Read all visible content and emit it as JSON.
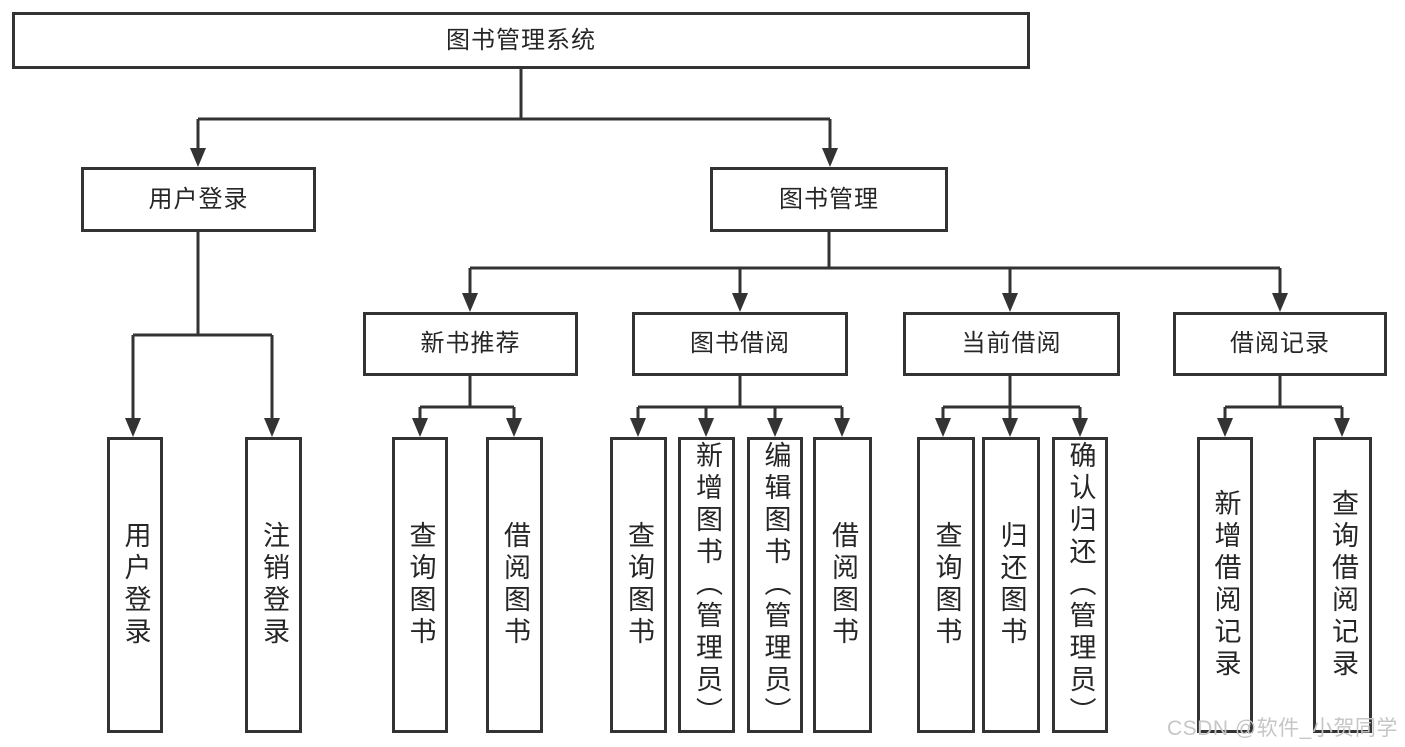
{
  "diagram_type": "hierarchy-tree",
  "colors": {
    "line": "#333333",
    "text": "#262626",
    "box_background": "#ffffff",
    "page_background": "#ffffff",
    "watermark": "#c6c6c6"
  },
  "watermark": {
    "text": "CSDN @软件_小贺同学"
  },
  "tree": {
    "label": "图书管理系统",
    "children": [
      {
        "label": "用户登录",
        "children": [
          {
            "label": "用户登录"
          },
          {
            "label": "注销登录"
          }
        ]
      },
      {
        "label": "图书管理",
        "children": [
          {
            "label": "新书推荐",
            "children": [
              {
                "label": "查询图书"
              },
              {
                "label": "借阅图书"
              }
            ]
          },
          {
            "label": "图书借阅",
            "children": [
              {
                "label": "查询图书"
              },
              {
                "label": "新增图书（管理员）"
              },
              {
                "label": "编辑图书（管理员）"
              },
              {
                "label": "借阅图书"
              }
            ]
          },
          {
            "label": "当前借阅",
            "children": [
              {
                "label": "查询图书"
              },
              {
                "label": "归还图书"
              },
              {
                "label": "确认归还（管理员）"
              }
            ]
          },
          {
            "label": "借阅记录",
            "children": [
              {
                "label": "新增借阅记录"
              },
              {
                "label": "查询借阅记录"
              }
            ]
          }
        ]
      }
    ]
  }
}
